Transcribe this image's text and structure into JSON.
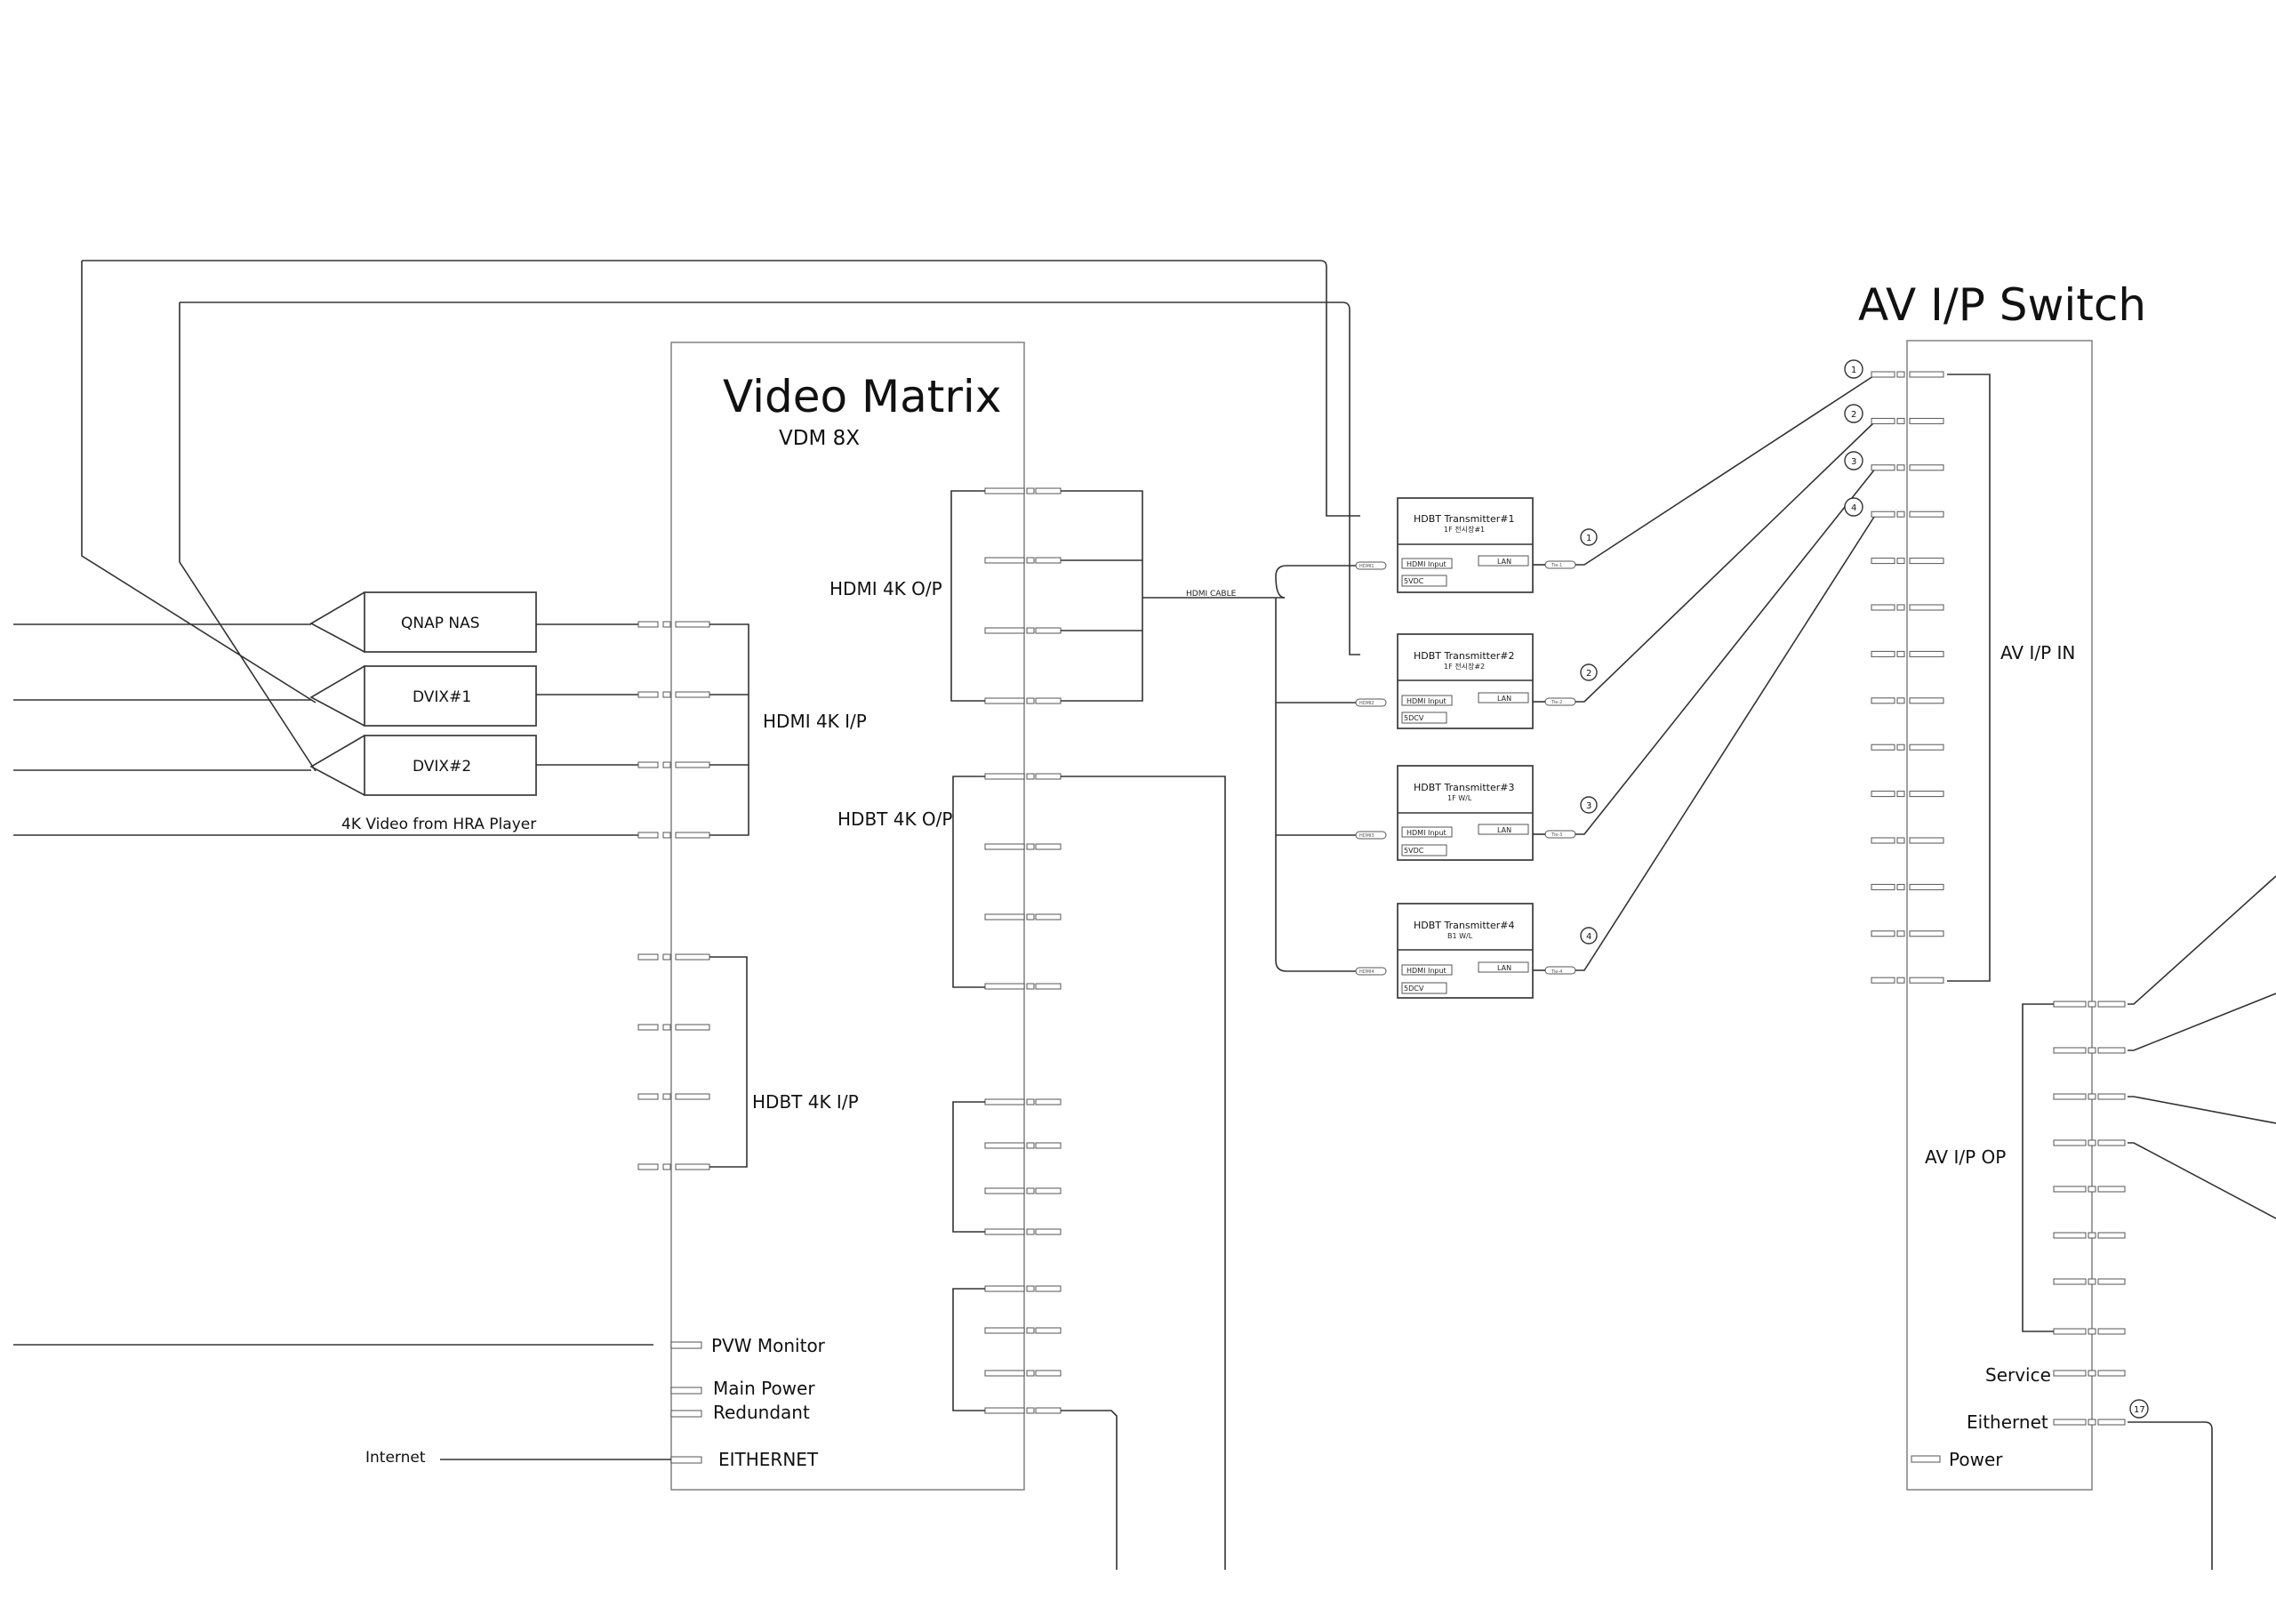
{
  "video_matrix": {
    "title": "Video Matrix",
    "model": "VDM 8X",
    "groups": {
      "hdmi_out": "HDMI 4K O/P",
      "hdmi_in": "HDMI 4K I/P",
      "hdbt_out": "HDBT 4K O/P",
      "hdbt_in": "HDBT 4K I/P"
    },
    "pvw_monitor": "PVW Monitor",
    "main_power": "Main Power",
    "redundant": "Redundant",
    "ethernet": "EITHERNET"
  },
  "sources": {
    "qnap": "QNAP NAS",
    "dvix1": "DVIX#1",
    "dvix2": "DVIX#2",
    "hra_player": "4K Video from HRA Player",
    "internet": "Internet"
  },
  "hdmi_cable": "HDMI CABLE",
  "transmitters": [
    {
      "name": "HDBT Transmitter#1",
      "sub": "1F 전시장#1",
      "input": "HDMI Input",
      "lan": "LAN",
      "power": "5VDC",
      "feed": "HDMI1",
      "tie": "Tie-1",
      "badge": "1"
    },
    {
      "name": "HDBT Transmitter#2",
      "sub": "1F 전시장#2",
      "input": "HDMI Input",
      "lan": "LAN",
      "power": "5DCV",
      "feed": "HDMI2",
      "tie": "Tie-2",
      "badge": "2"
    },
    {
      "name": "HDBT Transmitter#3",
      "sub": "1F W/L",
      "input": "HDMI Input",
      "lan": "LAN",
      "power": "5VDC",
      "feed": "HDMI3",
      "tie": "Tie-3",
      "badge": "3"
    },
    {
      "name": "HDBT Transmitter#4",
      "sub": "B1 W/L",
      "input": "HDMI Input",
      "lan": "LAN",
      "power": "5DCV",
      "feed": "HDMI4",
      "tie": "Tie-4",
      "badge": "4"
    }
  ],
  "av_switch": {
    "title": "AV I/P Switch",
    "in_label": "AV I/P IN",
    "out_label": "AV I/P OP",
    "service": "Service",
    "ethernet": "Eithernet",
    "power": "Power",
    "in_badges": [
      "1",
      "2",
      "3",
      "4"
    ],
    "ethernet_badge": "17"
  }
}
